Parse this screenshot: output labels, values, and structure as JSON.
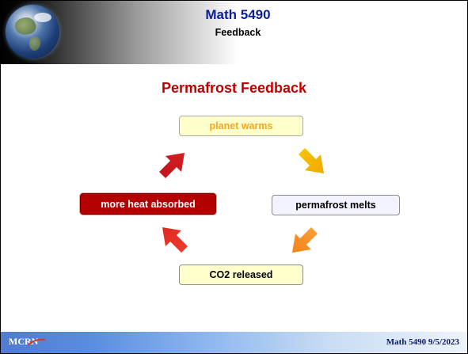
{
  "header": {
    "title": "Math 5490",
    "subtitle": "Feedback",
    "logo_icon": "earth-globe-icon"
  },
  "diagram": {
    "heading": "Permafrost Feedback",
    "nodes": {
      "planet_warms": "planet warms",
      "permafrost_melts": "permafrost melts",
      "co2_released": "CO2 released",
      "more_heat_absorbed": "more heat absorbed"
    },
    "colors": {
      "heading": "#c00000",
      "warm_text": "#f5a623",
      "arrow_gold": "#f0b400",
      "arrow_orange": "#f78e1e",
      "arrow_red": "#e53228",
      "arrow_darkred": "#c0141c",
      "heat_box": "#b30000"
    }
  },
  "footer": {
    "logo_text": "MCRN",
    "course_date": "Math 5490  9/5/2023"
  }
}
